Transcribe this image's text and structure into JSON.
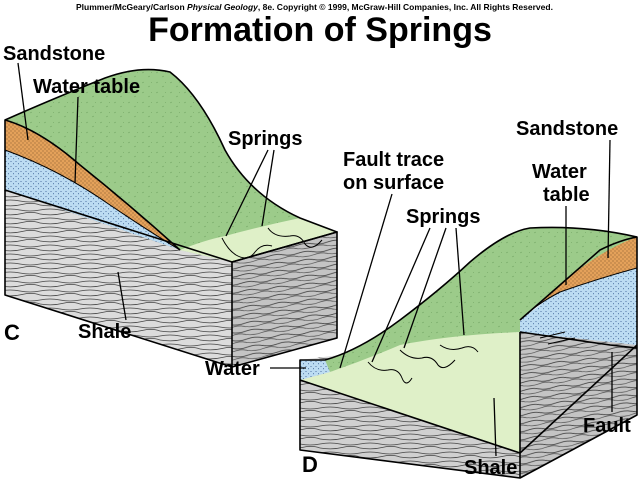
{
  "credit": {
    "authors": "Plummer/McGeary/Carlson",
    "book": "Physical Geology",
    "edition_rights": ", 8e.  Copyright © 1999, McGraw-Hill Companies, Inc. All Rights Reserved."
  },
  "title": "Formation of Springs",
  "diagram_c": {
    "letter": "C",
    "labels": {
      "sandstone": "Sandstone",
      "water_table": "Water table",
      "springs": "Springs",
      "shale": "Shale"
    }
  },
  "diagram_d": {
    "letter": "D",
    "labels": {
      "fault_trace_line1": "Fault trace",
      "fault_trace_line2": "on surface",
      "springs": "Springs",
      "sandstone": "Sandstone",
      "water_table_line1": "Water",
      "water_table_line2": "table",
      "water": "Water",
      "fault": "Fault",
      "shale": "Shale"
    }
  },
  "colors": {
    "grass": "#9ccb8a",
    "grass_dark": "#7fb36e",
    "grass_light": "#dff0c8",
    "sandstone": "#e4a15a",
    "water": "#bcdcf2",
    "shale_face": "#dcdcdc",
    "shale_side": "#bdbdbd"
  }
}
